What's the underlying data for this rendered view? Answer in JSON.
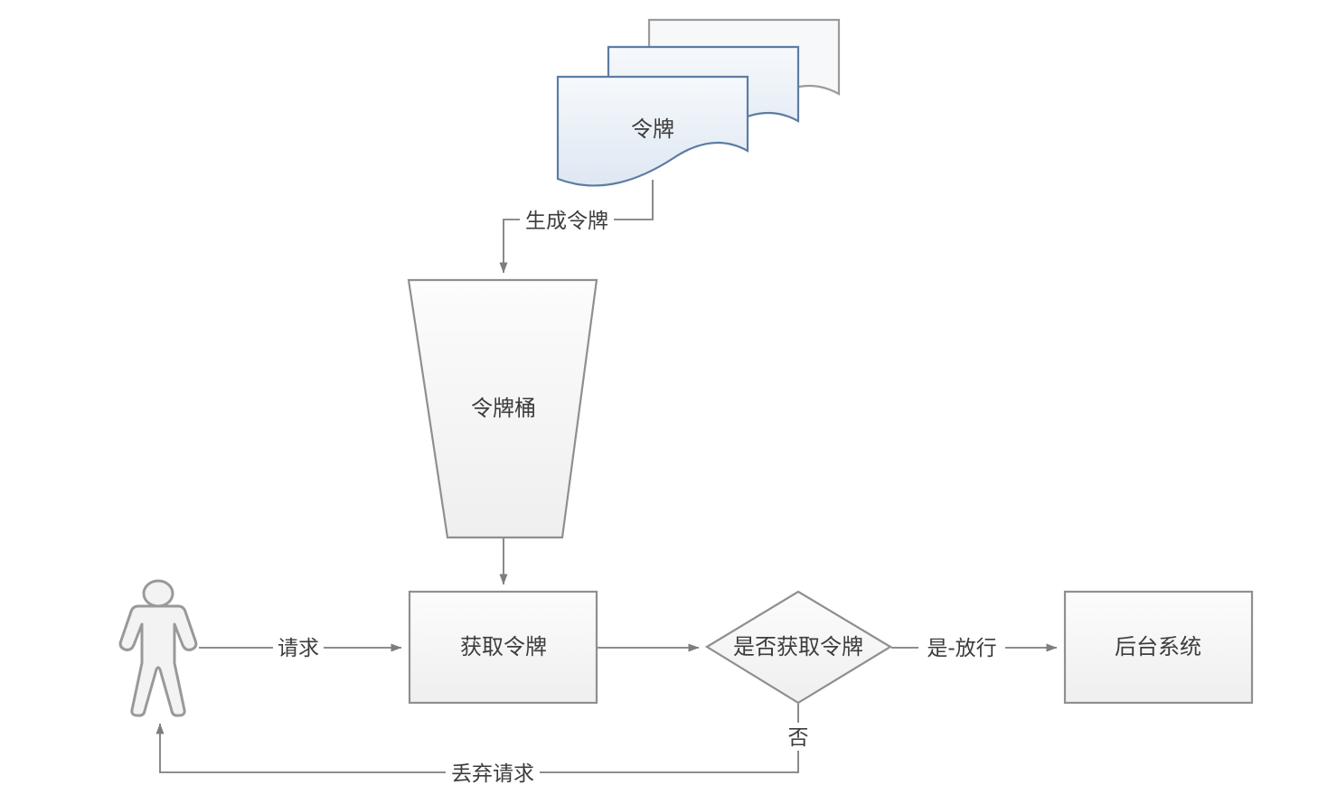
{
  "diagram": {
    "type": "flowchart",
    "nodes": {
      "token_documents": {
        "label": "令牌",
        "shape": "multi-document"
      },
      "token_bucket": {
        "label": "令牌桶",
        "shape": "inverted-trapezoid"
      },
      "acquire_token": {
        "label": "获取令牌",
        "shape": "rectangle"
      },
      "decision": {
        "label": "是否获取令牌",
        "shape": "diamond"
      },
      "backend_system": {
        "label": "后台系统",
        "shape": "rectangle"
      },
      "user_actor": {
        "label": "",
        "shape": "person-pictogram"
      }
    },
    "edges": {
      "generate_token": {
        "label": "生成令牌",
        "from": "token_documents",
        "to": "token_bucket"
      },
      "bucket_to_acquire": {
        "label": "",
        "from": "token_bucket",
        "to": "acquire_token"
      },
      "request": {
        "label": "请求",
        "from": "user_actor",
        "to": "acquire_token"
      },
      "acquire_to_decision": {
        "label": "",
        "from": "acquire_token",
        "to": "decision"
      },
      "yes_pass": {
        "label": "是-放行",
        "from": "decision",
        "to": "backend_system"
      },
      "no": {
        "label": "否",
        "from": "decision",
        "to": "discard_loop"
      },
      "discard_request": {
        "label": "丢弃请求",
        "from": "decision",
        "to": "user_actor"
      }
    },
    "colors": {
      "background": "#ffffff",
      "connector_line": "#7e7e7e",
      "node_border": "#8f8f8f",
      "node_fill_top": "#fcfcfc",
      "node_fill_bottom": "#efefef",
      "document_border_blue": "#5d7ca3",
      "document_fill_top": "#f6f9fc",
      "document_fill_bottom": "#dee7f2",
      "back_document_border": "#9b9b9b",
      "back_document_fill": "#f7f8fa",
      "person_border": "#999999",
      "person_fill": "#f3f3f3",
      "text": "#3c3c3c"
    }
  }
}
